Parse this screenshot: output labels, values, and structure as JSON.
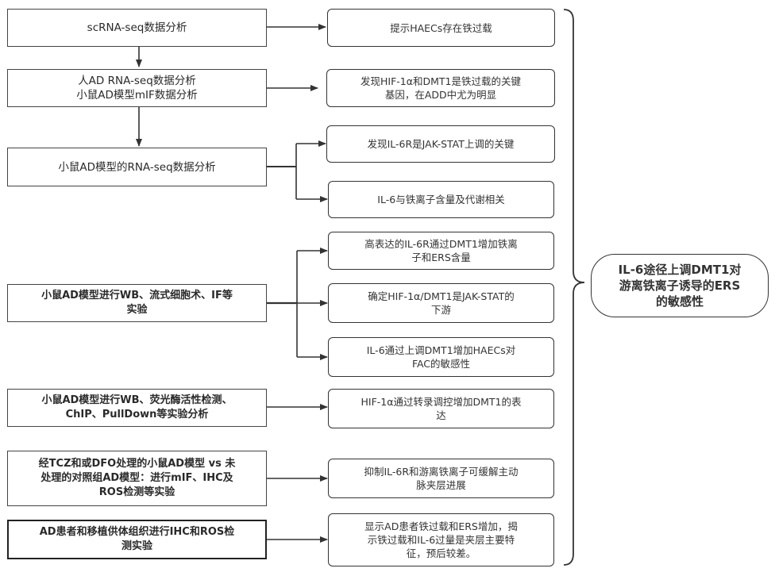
{
  "left_steps": [
    {
      "id": "L1",
      "text": "scRNA-seq数据分析"
    },
    {
      "id": "L2",
      "text": "人AD RNA-seq数据分析\n小鼠AD模型mIF数据分析"
    },
    {
      "id": "L3",
      "text": "小鼠AD模型的RNA-seq数据分析"
    },
    {
      "id": "L4",
      "text": "小鼠AD模型进行WB、流式细胞术、IF等\n实验"
    },
    {
      "id": "L5",
      "text": "小鼠AD模型进行WB、荧光酶活性检测、\nChIP、PullDown等实验分析"
    },
    {
      "id": "L6",
      "text": "经TCZ和或DFO处理的小鼠AD模型 vs 未\n处理的对照组AD模型：进行mIF、IHC及\nROS检测等实验"
    },
    {
      "id": "L7",
      "text": "AD患者和移植供体组织进行IHC和ROS检\n测实验"
    }
  ],
  "findings": [
    {
      "id": "R1",
      "text": "提示HAECs存在铁过载"
    },
    {
      "id": "R2",
      "text": "发现HIF-1α和DMT1是铁过载的关键\n基因，在ADD中尤为明显"
    },
    {
      "id": "R3",
      "text": "发现IL-6R是JAK-STAT上调的关键"
    },
    {
      "id": "R4",
      "text": "IL-6与铁离子含量及代谢相关"
    },
    {
      "id": "R5",
      "text": "高表达的IL-6R通过DMT1增加铁离\n子和ERS含量"
    },
    {
      "id": "R6",
      "text": "确定HIF-1α/DMT1是JAK-STAT的\n下游"
    },
    {
      "id": "R7",
      "text": "IL-6通过上调DMT1增加HAECs对\nFAC的敏感性"
    },
    {
      "id": "R8",
      "text": "HIF-1α通过转录调控增加DMT1的表\n达"
    },
    {
      "id": "R9",
      "text": "抑制IL-6R和游离铁离子可缓解主动\n脉夹层进展"
    },
    {
      "id": "R10",
      "text": "显示AD患者铁过载和ERS增加，揭\n示铁过载和IL-6过量是夹层主要特\n征，预后较差。"
    }
  ],
  "conclusion": {
    "text": "IL-6途径上调DMT1对\n游离铁离子诱导的ERS\n的敏感性"
  },
  "edges": [
    {
      "from": "L1",
      "to": "L2"
    },
    {
      "from": "L2",
      "to": "L3"
    },
    {
      "from": "L1",
      "to": "R1"
    },
    {
      "from": "L2",
      "to": "R2"
    },
    {
      "from": "L3",
      "to": "R3"
    },
    {
      "from": "L3",
      "to": "R4"
    },
    {
      "from": "L4",
      "to": "R5"
    },
    {
      "from": "L4",
      "to": "R6"
    },
    {
      "from": "L4",
      "to": "R7"
    },
    {
      "from": "L5",
      "to": "R8"
    },
    {
      "from": "L6",
      "to": "R9"
    },
    {
      "from": "L7",
      "to": "R10"
    }
  ],
  "colors": {
    "line": "#333333",
    "border": "#444444",
    "background": "#ffffff"
  }
}
